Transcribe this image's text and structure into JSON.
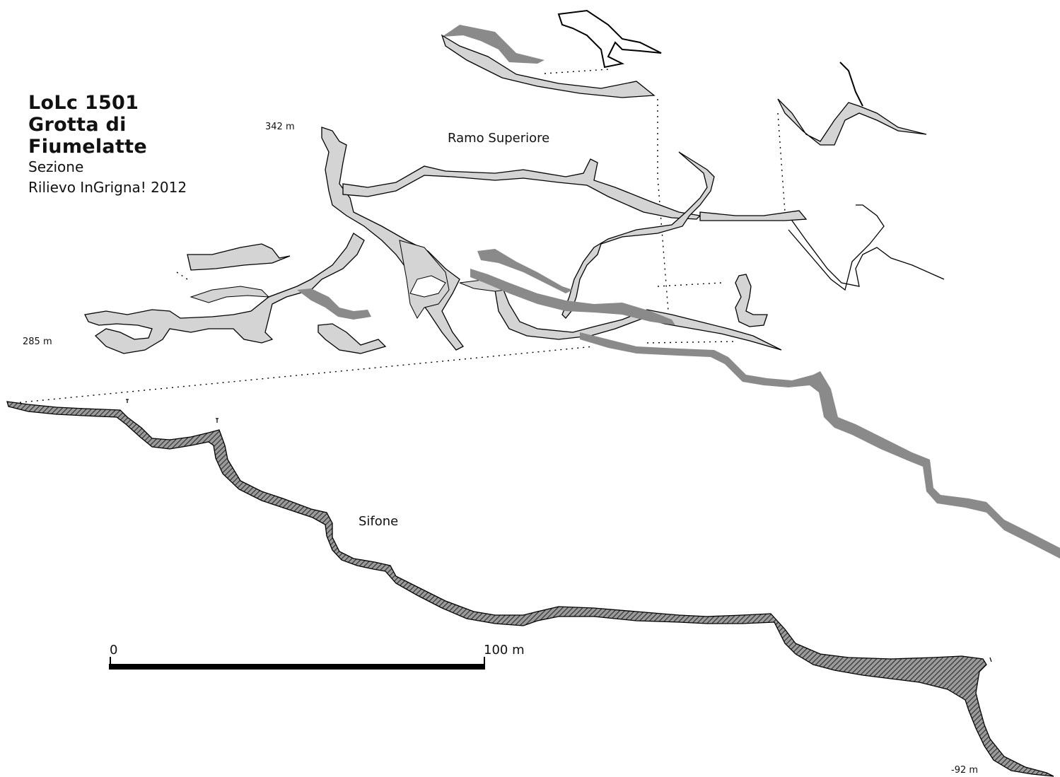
{
  "title": {
    "line1": "LoLc 1501",
    "line2": "Grotta di",
    "line3": "Fiumelatte",
    "subtitle": "Sezione",
    "credit": "Rilievo InGrigna! 2012"
  },
  "labels": {
    "upper_branch": "Ramo Superiore",
    "siphon": "Sifone",
    "elev_top": "342 m",
    "elev_mid": "285 m",
    "elev_bottom": "-92 m"
  },
  "scale": {
    "start": "0",
    "end": "100 m"
  },
  "colors": {
    "passage_fill": "#d4d4d4",
    "dark_passage": "#8a8a8a",
    "siphon_fill": "#6e6e6e",
    "outline": "#000000"
  }
}
